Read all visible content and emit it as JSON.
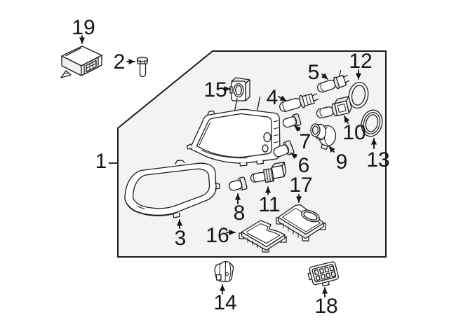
{
  "colors": {
    "background": "#ffffff",
    "line": "#1c1c1c",
    "box_fill": "#f3f3f3",
    "part_fill": "#ffffff",
    "label_color": "#141414"
  },
  "callouts": {
    "c1": {
      "label": "1"
    },
    "c2": {
      "label": "2"
    },
    "c3": {
      "label": "3"
    },
    "c4": {
      "label": "4"
    },
    "c5": {
      "label": "5"
    },
    "c6": {
      "label": "6"
    },
    "c7": {
      "label": "7"
    },
    "c8": {
      "label": "8"
    },
    "c9": {
      "label": "9"
    },
    "c10": {
      "label": "10"
    },
    "c11": {
      "label": "11"
    },
    "c12": {
      "label": "12"
    },
    "c13": {
      "label": "13"
    },
    "c14": {
      "label": "14"
    },
    "c15": {
      "label": "15"
    },
    "c16": {
      "label": "16"
    },
    "c17": {
      "label": "17"
    },
    "c18": {
      "label": "18"
    },
    "c19": {
      "label": "19"
    }
  }
}
